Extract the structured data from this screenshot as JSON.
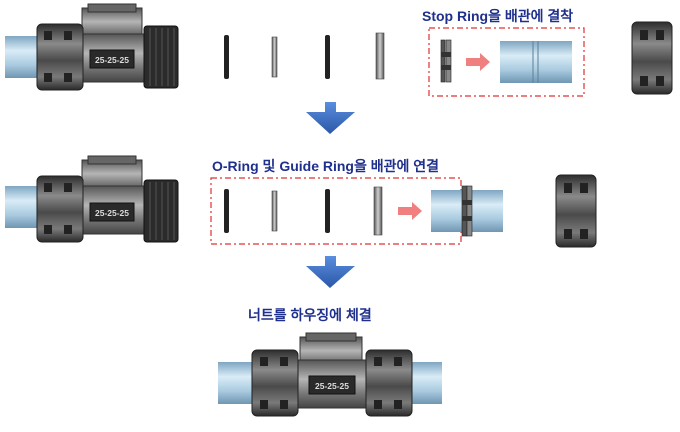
{
  "steps": [
    {
      "caption": "Stop Ring을 배관에 결착"
    },
    {
      "caption": "O-Ring 및 Guide Ring을 배관에 연결"
    },
    {
      "caption": "너트를 하우징에 체결"
    }
  ],
  "fitting": {
    "marking": "25-25-25"
  },
  "colors": {
    "caption_text": "#1f2f8c",
    "step_arrow": "#3b6fc4",
    "highlight_frame": "#e03030",
    "insert_arrow": "#f07f7f",
    "pipe": "#a9cce3",
    "nut": "#555555"
  },
  "icons": [
    "down-arrow-icon",
    "right-arrow-icon"
  ]
}
